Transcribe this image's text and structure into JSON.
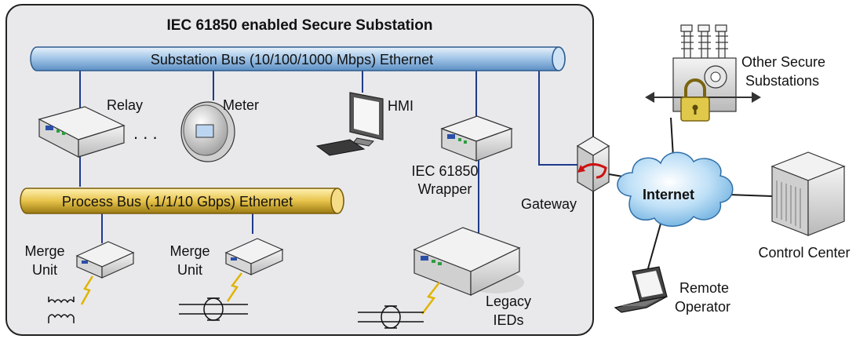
{
  "title": "IEC 61850 enabled Secure Substation",
  "substation_bus": "Substation Bus (10/100/1000 Mbps) Ethernet",
  "process_bus": "Process Bus (.1/1/10 Gbps) Ethernet",
  "devices": {
    "relay": "Relay",
    "meter": "Meter",
    "ellipsis": ". . .",
    "hmi": "HMI",
    "wrapper_line1": "IEC 61850",
    "wrapper_line2": "Wrapper",
    "gateway": "Gateway",
    "merge1_line1": "Merge",
    "merge1_line2": "Unit",
    "merge2_line1": "Merge",
    "merge2_line2": "Unit",
    "legacy_line1": "Legacy",
    "legacy_line2": "IEDs"
  },
  "external": {
    "other_line1": "Other Secure",
    "other_line2": "Substations",
    "internet": "Internet",
    "control_center": "Control Center",
    "remote_line1": "Remote",
    "remote_line2": "Operator"
  },
  "colors": {
    "panel": "#e9e9ec",
    "substation_bus": "#9fc3e6",
    "process_bus": "#e7c34a",
    "cloud": "#bfe0f7",
    "wire": "#1f3a8a",
    "gateway_arrow": "#cc1111"
  }
}
